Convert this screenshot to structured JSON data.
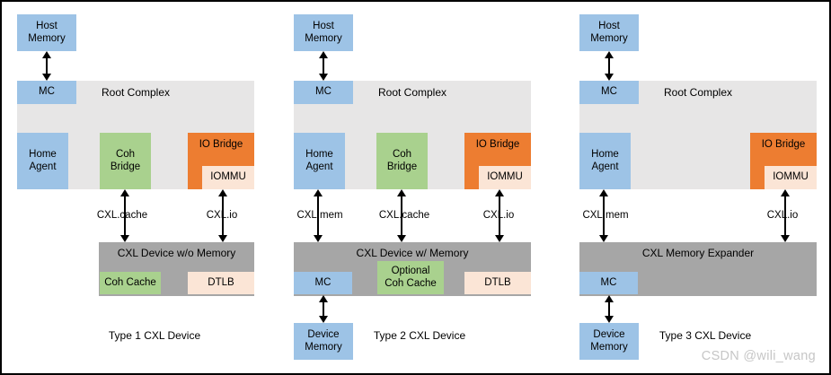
{
  "colors": {
    "box_blue": "#9DC3E6",
    "box_green": "#A9D18E",
    "box_orange": "#ED7D31",
    "box_peach": "#FBE5D6",
    "root_complex_gray": "#E7E6E6",
    "device_gray": "#A6A6A6",
    "arrow_black": "#000000",
    "watermark_gray": "#C6C6C6"
  },
  "watermark": "CSDN @wili_wang",
  "columns": [
    {
      "host_memory": "Host\nMemory",
      "mc": "MC",
      "root_complex": "Root Complex",
      "home_agent": "Home\nAgent",
      "coh_bridge": "Coh\nBridge",
      "io_bridge": "IO Bridge",
      "iommu": "IOMMU",
      "link_cache": "CXL.cache",
      "link_io": "CXL.io",
      "device_title": "CXL Device w/o Memory",
      "coh_cache": "Coh Cache",
      "dtlb": "DTLB",
      "type_label": "Type 1 CXL Device"
    },
    {
      "host_memory": "Host\nMemory",
      "mc": "MC",
      "root_complex": "Root Complex",
      "home_agent": "Home\nAgent",
      "coh_bridge": "Coh\nBridge",
      "io_bridge": "IO Bridge",
      "iommu": "IOMMU",
      "link_mem": "CXL.mem",
      "link_cache": "CXL.cache",
      "link_io": "CXL.io",
      "device_title": "CXL Device w/ Memory",
      "device_mc": "MC",
      "optional_coh_cache": "Optional\nCoh Cache",
      "dtlb": "DTLB",
      "device_memory": "Device\nMemory",
      "type_label": "Type 2 CXL Device"
    },
    {
      "host_memory": "Host\nMemory",
      "mc": "MC",
      "root_complex": "Root Complex",
      "home_agent": "Home\nAgent",
      "io_bridge": "IO Bridge",
      "iommu": "IOMMU",
      "link_mem": "CXL.mem",
      "link_io": "CXL.io",
      "device_title": "CXL Memory Expander",
      "device_mc": "MC",
      "device_memory": "Device\nMemory",
      "type_label": "Type 3 CXL Device"
    }
  ]
}
